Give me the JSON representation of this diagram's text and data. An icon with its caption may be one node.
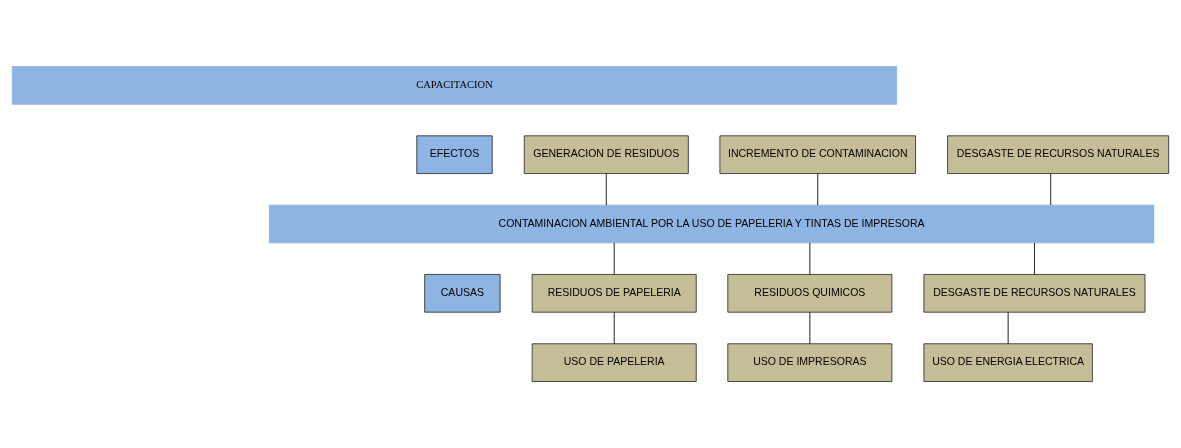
{
  "diagram": {
    "nodes": [
      {
        "text": [
          "CAPACITACION"
        ]
      },
      {
        "text": [
          "EFECTOS"
        ]
      },
      {
        "text": [
          "GENERACION DE RESIDUOS"
        ]
      },
      {
        "text": [
          "INCREMENTO DE CONTAMINACION"
        ]
      },
      {
        "text": [
          "DESGASTE DE RECURSOS NATURALES"
        ]
      },
      {
        "text": [
          "CONTAMINACION AMBIENTAL POR LA USO DE PAPELERIA Y TINTAS DE IMPRESORA"
        ]
      },
      {
        "text": [
          "CAUSAS"
        ]
      },
      {
        "text": [
          "RESIDUOS DE PAPELERIA"
        ]
      },
      {
        "text": [
          "RESIDUOS QUIMICOS"
        ]
      },
      {
        "text": [
          "DESGASTE DE RECURSOS NATURALES"
        ]
      },
      {
        "text": [
          "USO DE PAPELERIA"
        ]
      },
      {
        "text": [
          "USO DE IMPRESORAS"
        ]
      },
      {
        "text": [
          "USO DE ENERGIA ELECTRICA"
        ]
      }
    ],
    "edges": [
      {
        "from": 2,
        "to": 5,
        "arrow": "none"
      },
      {
        "from": 3,
        "to": 5,
        "arrow": "none"
      },
      {
        "from": 4,
        "to": 5,
        "arrow": "none"
      },
      {
        "from": 5,
        "to": 7,
        "arrow": "none"
      },
      {
        "from": 5,
        "to": 8,
        "arrow": "none"
      },
      {
        "from": 5,
        "to": 9,
        "arrow": "none"
      },
      {
        "from": 7,
        "to": 10,
        "arrow": "none"
      },
      {
        "from": 8,
        "to": 11,
        "arrow": "none"
      },
      {
        "from": 9,
        "to": 12,
        "arrow": "none"
      }
    ]
  }
}
